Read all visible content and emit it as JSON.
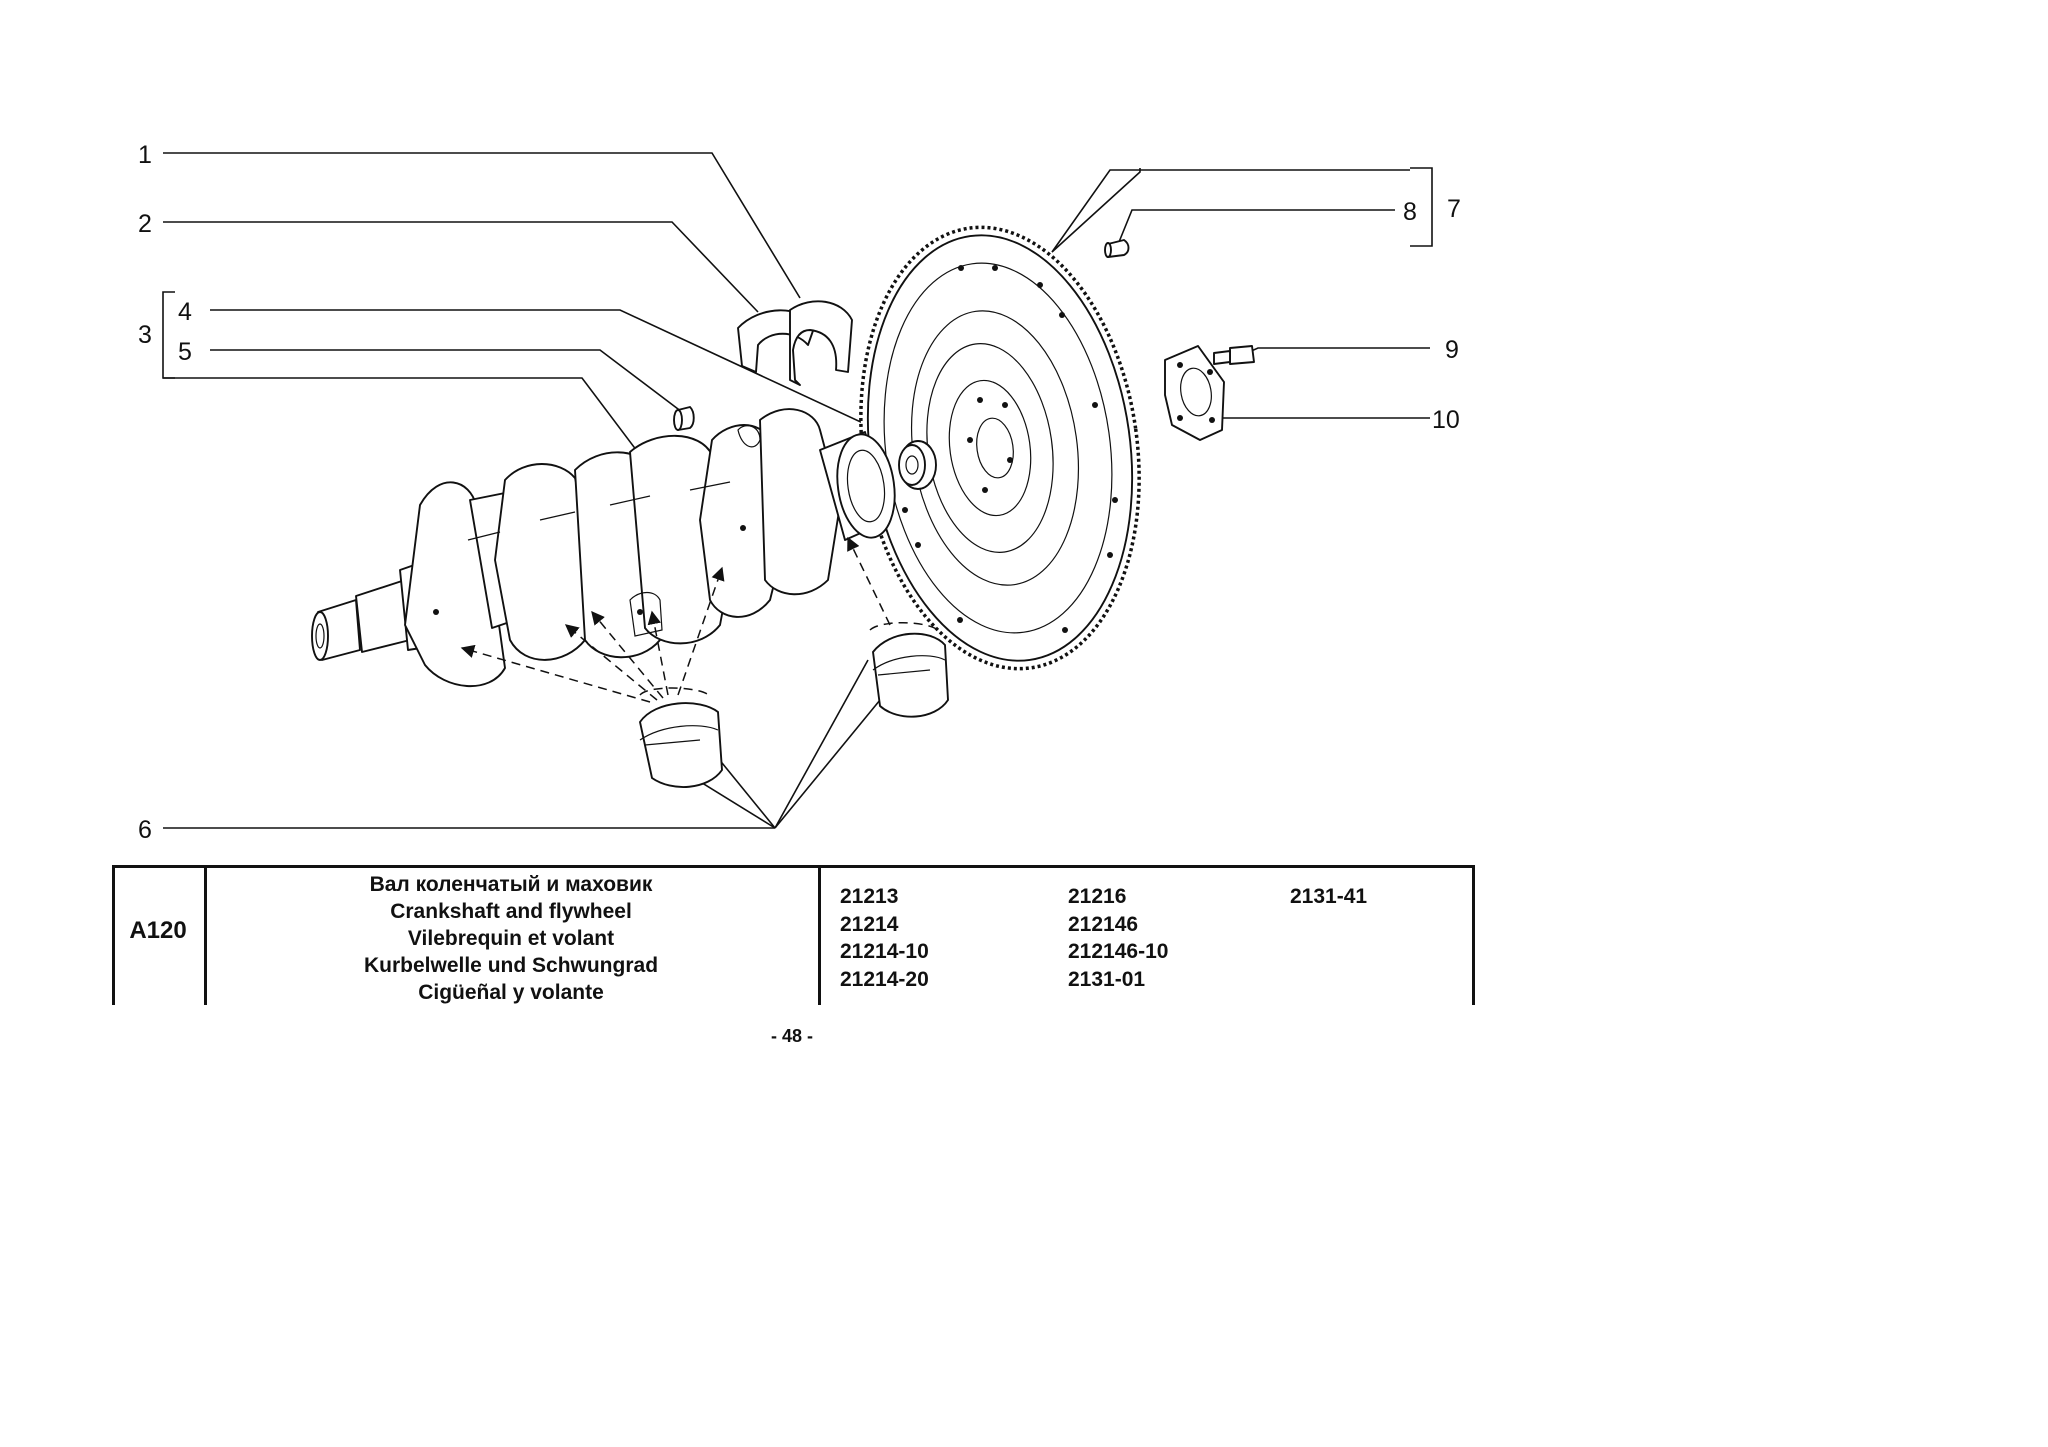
{
  "diagram": {
    "callouts": {
      "c1": "1",
      "c2": "2",
      "c3": "3",
      "c4": "4",
      "c5": "5",
      "c6": "6",
      "c7": "7",
      "c8": "8",
      "c9": "9",
      "c10": "10"
    }
  },
  "table": {
    "code": "A120",
    "titles": [
      "Вал коленчатый и маховик",
      "Crankshaft and flywheel",
      "Vilebrequin et volant",
      "Kurbelwelle und Schwungrad",
      "Cigüeñal y volante"
    ],
    "models": {
      "col1": [
        "21213",
        "21214",
        "21214-10",
        "21214-20"
      ],
      "col2": [
        "21216",
        "212146",
        "212146-10",
        "2131-01"
      ],
      "col3": [
        "2131-41"
      ]
    }
  },
  "page_number": "- 48 -"
}
